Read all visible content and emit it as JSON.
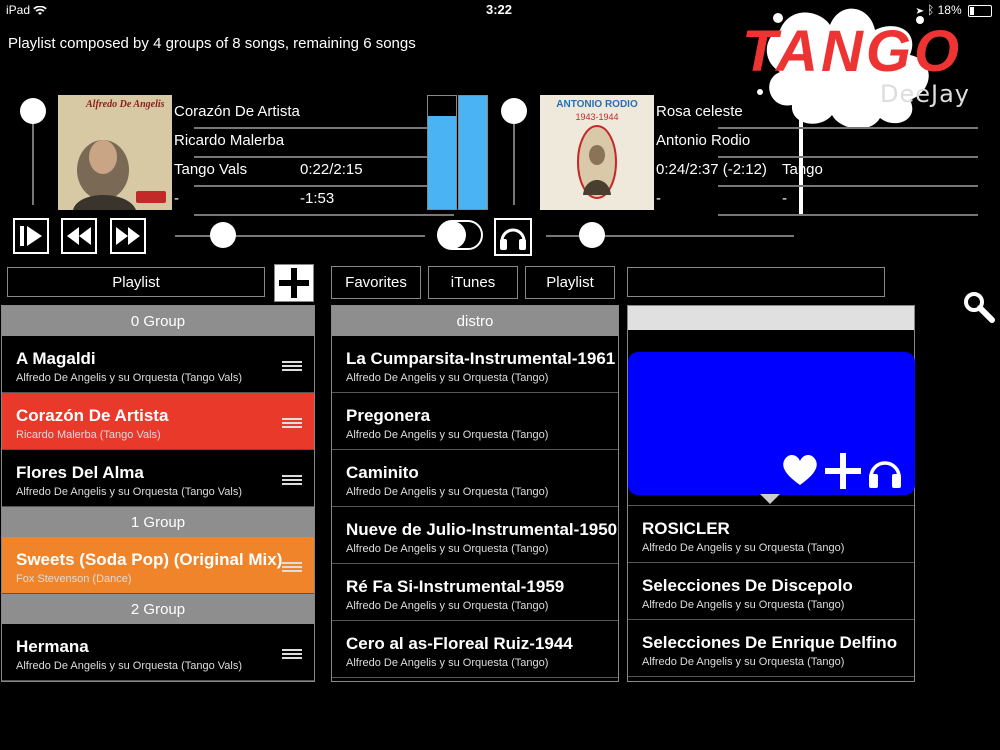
{
  "status": {
    "device": "iPad",
    "time": "3:22",
    "battery": "18%"
  },
  "info_text": "Playlist composed by 4 groups of 8 songs, remaining 6 songs",
  "logo": {
    "tango": "TANGO",
    "deejay": "DeeJay"
  },
  "deck_left": {
    "cover_artist": "Alfredo De Angelis",
    "title": "Corazón De Artista",
    "artist": "Ricardo Malerba",
    "genre": "Tango Vals",
    "time": "0:22/2:15",
    "extra": "-",
    "remaining": "-1:53"
  },
  "deck_right": {
    "cover_artist": "ANTONIO RODIO",
    "cover_years": "1943-1944",
    "title": "Rosa celeste",
    "artist": "Antonio Rodio",
    "time": "0:24/2:37 (-2:12)",
    "genre": "Tango",
    "extra": "-"
  },
  "tabs": {
    "playlist_left": "Playlist",
    "favorites": "Favorites",
    "itunes": "iTunes",
    "playlist_right": "Playlist"
  },
  "panel_left": {
    "groups": [
      {
        "label": "0 Group",
        "songs": [
          {
            "title": "A Magaldi",
            "subtitle": "Alfredo De Angelis y su Orquesta (Tango Vals)",
            "bg": "#000000"
          },
          {
            "title": "Corazón De Artista",
            "subtitle": "Ricardo Malerba (Tango Vals)",
            "bg": "#e8392b"
          },
          {
            "title": "Flores Del Alma",
            "subtitle": "Alfredo De Angelis y su Orquesta (Tango Vals)",
            "bg": "#000000"
          }
        ]
      },
      {
        "label": "1 Group",
        "songs": [
          {
            "title": "Sweets (Soda Pop) (Original Mix)",
            "subtitle": "Fox Stevenson (Dance)",
            "bg": "#f0842b"
          }
        ]
      },
      {
        "label": "2 Group",
        "songs": [
          {
            "title": "Hermana",
            "subtitle": "Alfredo De Angelis y su Orquesta (Tango Vals)",
            "bg": "#000000"
          }
        ]
      }
    ]
  },
  "panel_middle": {
    "header": "distro",
    "songs": [
      {
        "title": "La Cumparsita-Instrumental-1961",
        "subtitle": "Alfredo De Angelis y su Orquesta (Tango)"
      },
      {
        "title": "Pregonera",
        "subtitle": "Alfredo De Angelis y su Orquesta (Tango)"
      },
      {
        "title": "Caminito",
        "subtitle": "Alfredo De Angelis y su Orquesta (Tango)"
      },
      {
        "title": "Nueve de Julio-Instrumental-1950",
        "subtitle": "Alfredo De Angelis y su Orquesta (Tango)"
      },
      {
        "title": "Ré Fa Si-Instrumental-1959",
        "subtitle": "Alfredo De Angelis y su Orquesta (Tango)"
      },
      {
        "title": "Cero al as-Floreal Ruiz-1944",
        "subtitle": "Alfredo De Angelis y su Orquesta (Tango)"
      }
    ]
  },
  "panel_right": {
    "songs": [
      {
        "title": "ROSICLER",
        "subtitle": "Alfredo De Angelis y su Orquesta (Tango)"
      },
      {
        "title": "Selecciones De Discepolo",
        "subtitle": "Alfredo De Angelis y su Orquesta (Tango)"
      },
      {
        "title": "Selecciones De Enrique Delfino",
        "subtitle": "Alfredo De Angelis y su Orquesta (Tango)"
      }
    ]
  },
  "colors": {
    "accent_red": "#e8392b",
    "accent_orange": "#f0842b",
    "popup_blue": "#0000ff",
    "meter_blue": "#4ab3f4"
  },
  "levels": {
    "meter_left": 0.82,
    "meter_right": 1.0
  }
}
